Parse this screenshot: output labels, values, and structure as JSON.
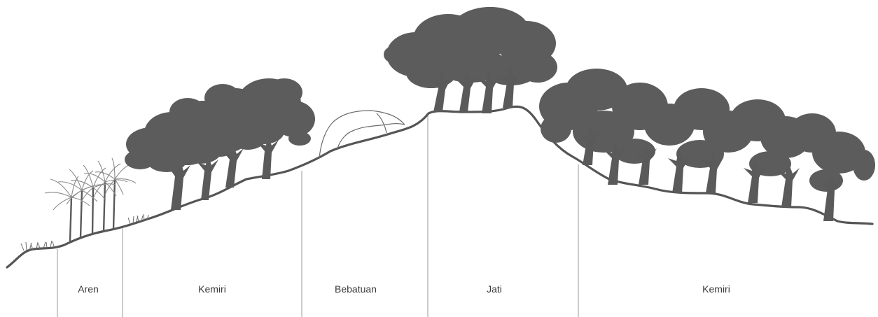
{
  "zones": [
    {
      "label": "Aren"
    },
    {
      "label": "Kemiri"
    },
    {
      "label": "Bebatuan"
    },
    {
      "label": "Jati"
    },
    {
      "label": "Kemiri"
    }
  ],
  "colors": {
    "foliage": "#5c5c5c",
    "ground_line": "#555555",
    "divider": "#9a9a9a",
    "text": "#3a3a3a"
  }
}
